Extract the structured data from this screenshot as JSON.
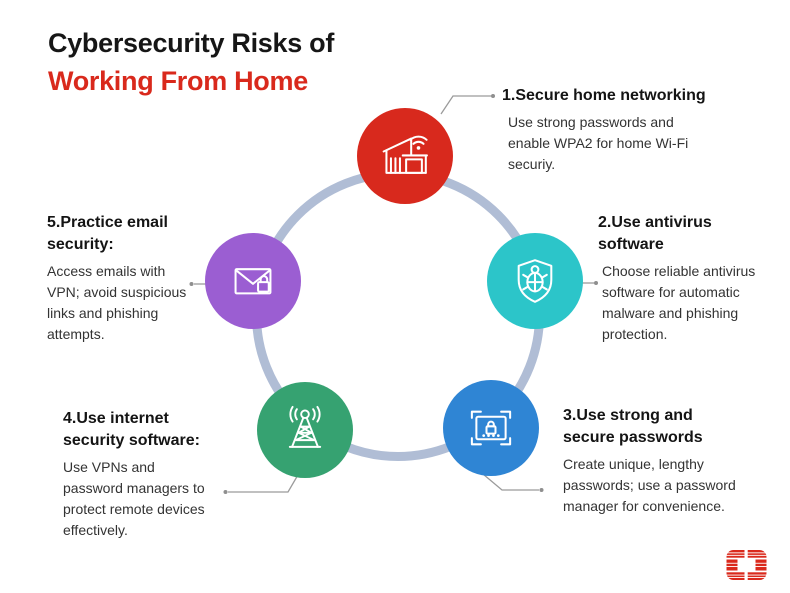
{
  "title": {
    "line1": "Cybersecurity Risks of",
    "line2": "Working From Home",
    "line2_color": "#d9291c"
  },
  "ring_color": "#b0bdd5",
  "connector_color": "#9b9b9b",
  "items": [
    {
      "heading": "1.Secure home networking",
      "body": "Use strong passwords and enable WPA2 for home Wi-Fi securiy.",
      "color": "#d8291d",
      "icon": "house-wifi-icon"
    },
    {
      "heading": "2.Use antivirus software",
      "body": "Choose reliable antivirus software for automatic malware and phishing protection.",
      "color": "#2cc5c9",
      "icon": "shield-bug-icon"
    },
    {
      "heading": "3.Use strong and secure passwords",
      "body": "Create unique, lengthy passwords; use a password manager for convenience.",
      "color": "#2f85d4",
      "icon": "screen-password-icon"
    },
    {
      "heading": "4.Use internet security software:",
      "body": "Use VPNs and password managers to protect remote devices effectively.",
      "color": "#36a271",
      "icon": "signal-tower-icon"
    },
    {
      "heading": "5.Practice email security:",
      "body": "Access emails with VPN; avoid suspicious links and phishing attempts.",
      "color": "#9b5ed2",
      "icon": "email-lock-icon"
    }
  ],
  "logo": {
    "name": "Fortinet",
    "color": "#da291c"
  }
}
